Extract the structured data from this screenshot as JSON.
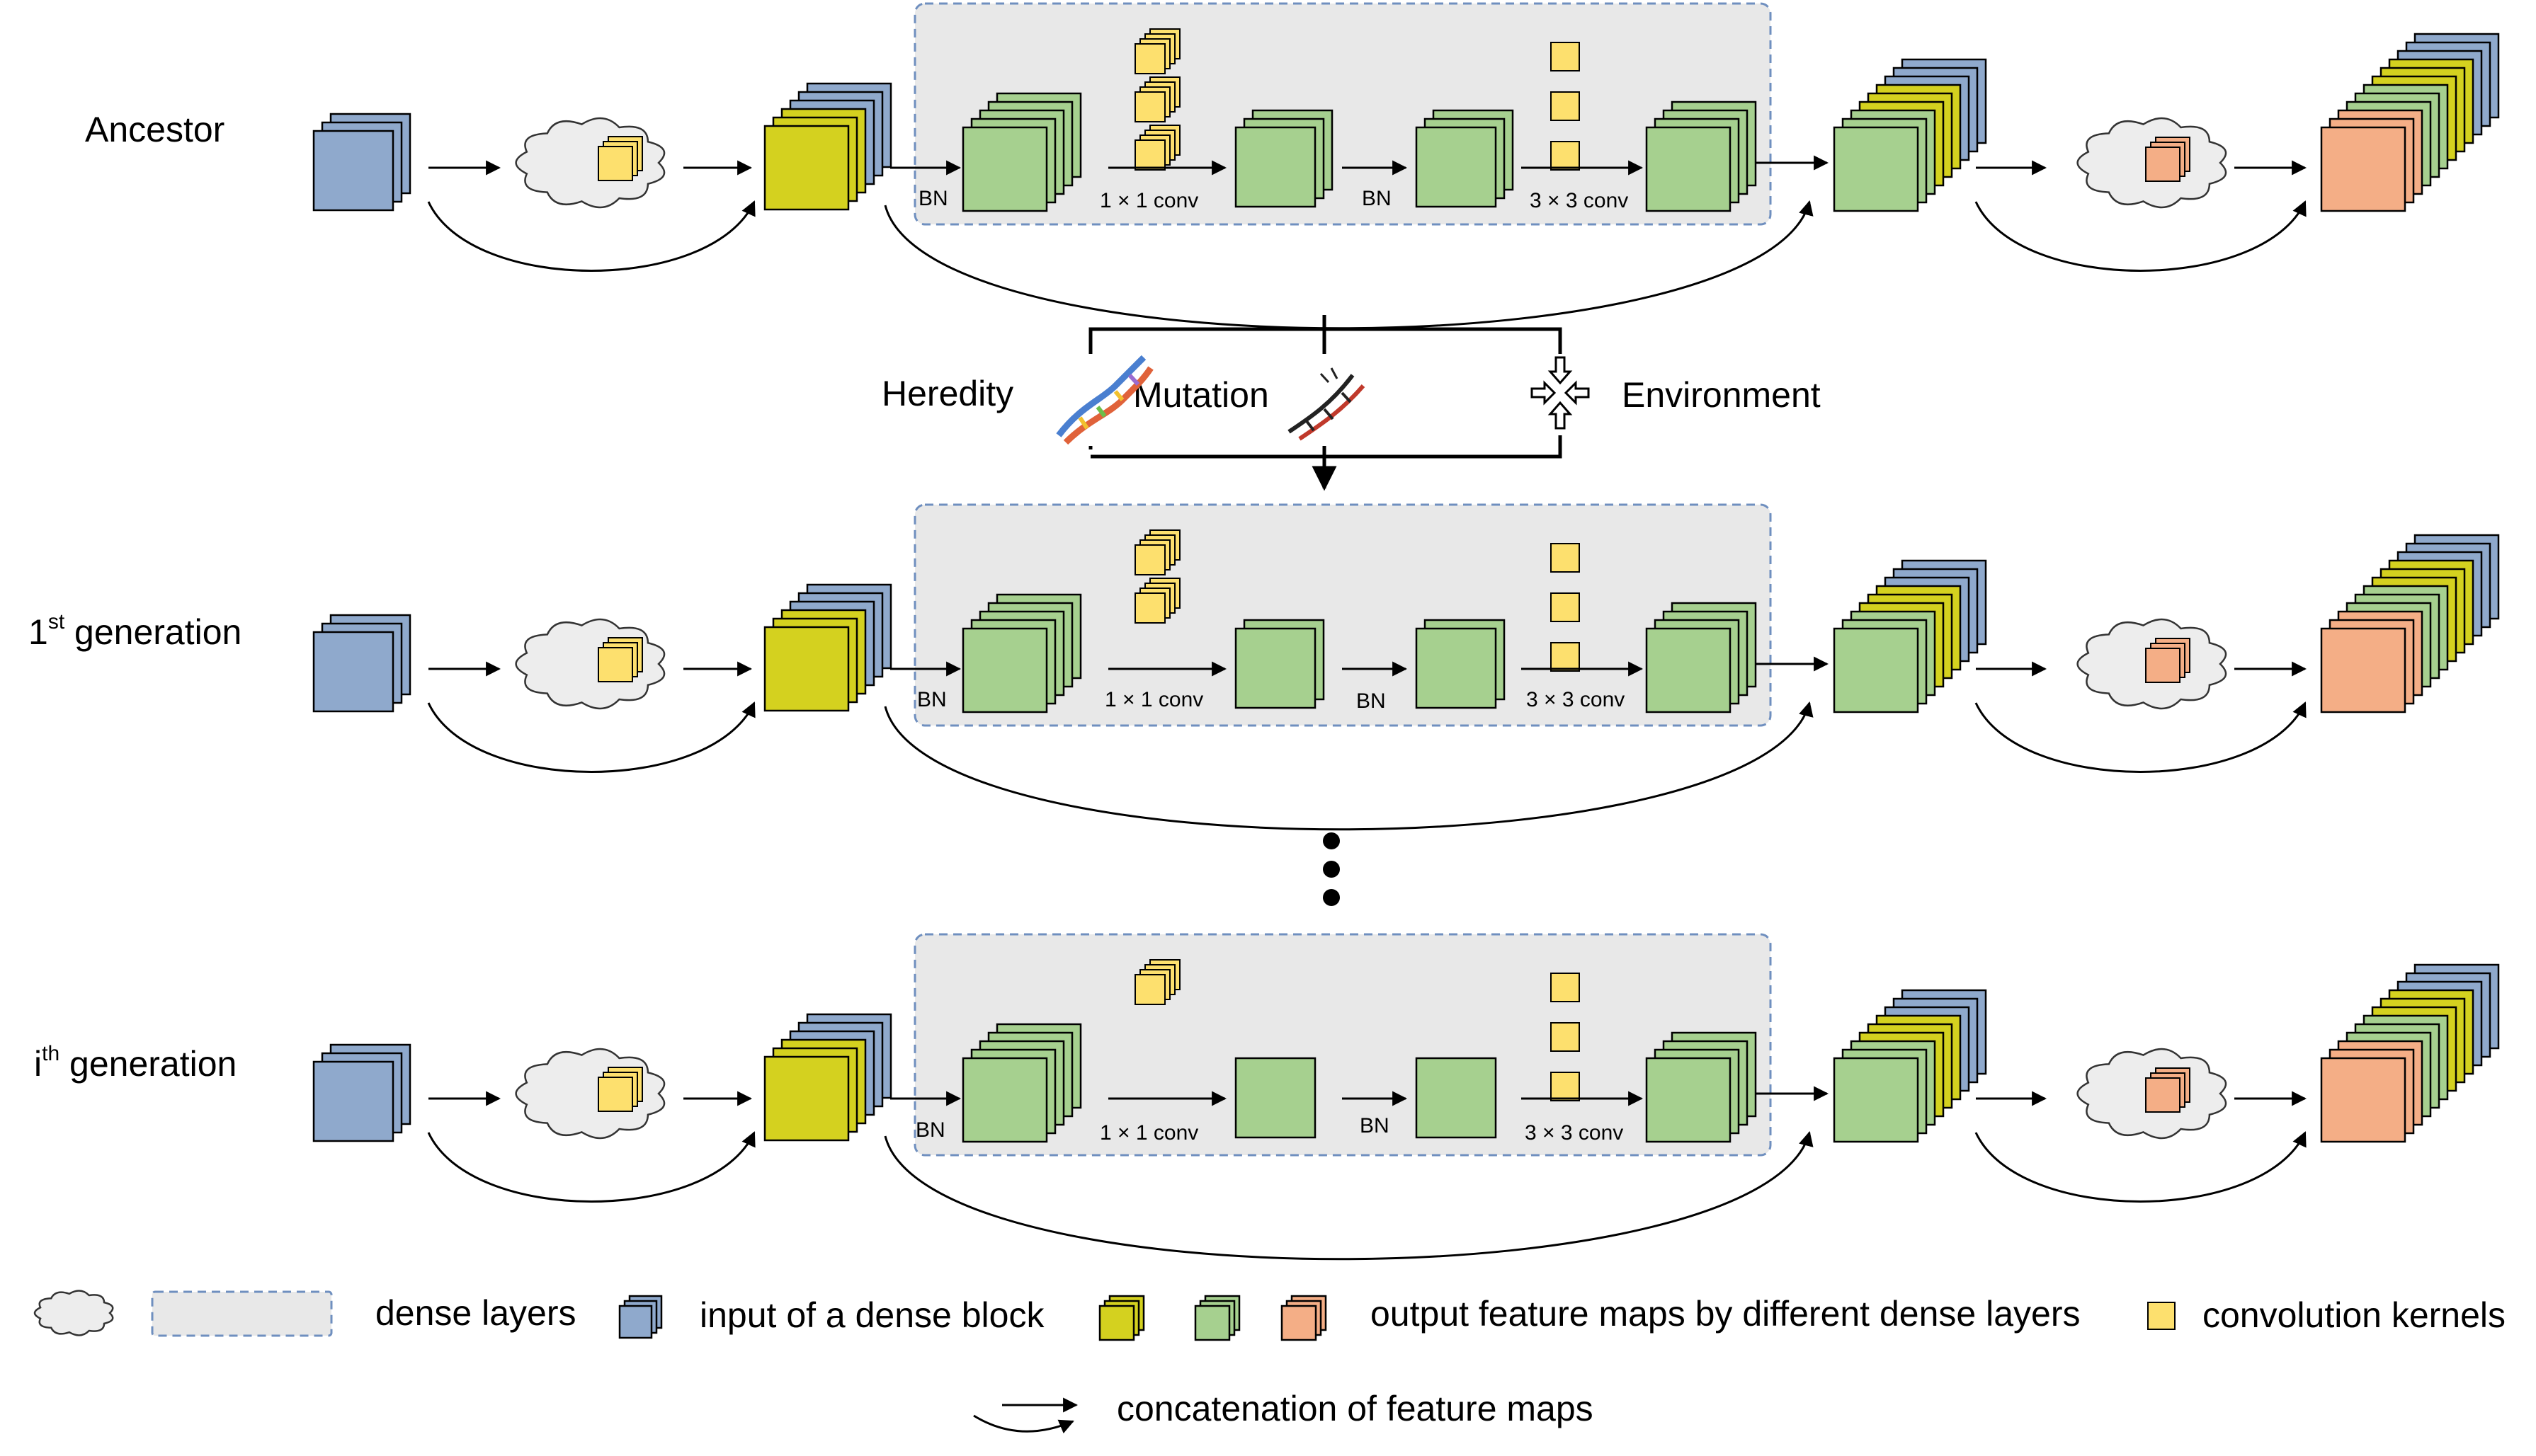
{
  "colors": {
    "blue": "#8fa9cc",
    "yellow": "#d4d11f",
    "green": "#a6d08f",
    "orange": "#f4ae86",
    "kernel": "#fde06e",
    "panel_fill": "#e8e8e8",
    "panel_border": "#6f8fbf"
  },
  "rows": [
    {
      "label": "Ancestor",
      "label_sup": "",
      "label_tail": "",
      "bn1": "BN",
      "conv1": "1 × 1 conv",
      "bn2": "BN",
      "conv2": "3 × 3 conv",
      "k1_stacks": 3,
      "k2_count": 3,
      "mid_stack": 2
    },
    {
      "label": "1",
      "label_sup": "st",
      "label_tail": " generation",
      "bn1": "BN",
      "conv1": "1 × 1 conv",
      "bn2": "BN",
      "conv2": "3 × 3 conv",
      "k1_stacks": 2,
      "k2_count": 3,
      "mid_stack": 1
    },
    {
      "label": "i",
      "label_sup": "th",
      "label_tail": " generation",
      "bn1": "BN",
      "conv1": "1 × 1 conv",
      "bn2": "BN",
      "conv2": "3 × 3 conv",
      "k1_stacks": 1,
      "k2_count": 3,
      "mid_stack": 0
    }
  ],
  "evolution": {
    "heredity": "Heredity",
    "mutation": "Mutation",
    "environment": "Environment",
    "icons": [
      "dna-icon",
      "mutation-dna-icon",
      "compress-arrows-icon"
    ]
  },
  "legend": {
    "dense_layers": "dense layers",
    "input_block": "input of a dense block",
    "output_maps": "output feature maps by different dense layers",
    "kernels": "convolution kernels",
    "concatenation": "concatenation of feature maps",
    "icons": [
      "cloud-icon",
      "dashed-panel-icon"
    ]
  }
}
